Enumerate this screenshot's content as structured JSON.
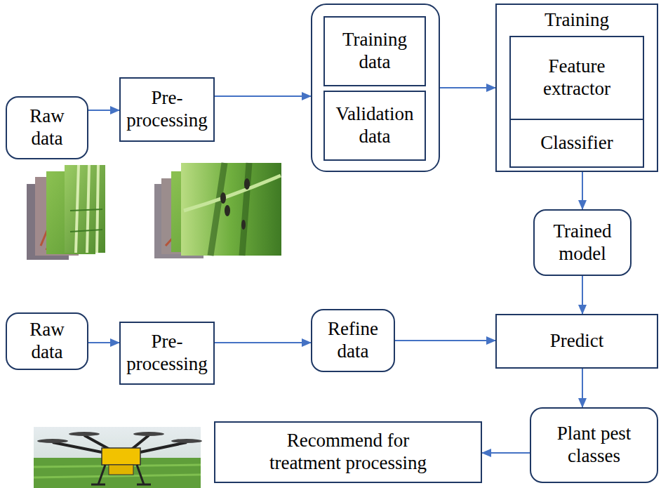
{
  "diagram": {
    "nodes": [
      {
        "text": [
          "Raw data"
        ]
      },
      {
        "text": [
          "Pre- processing"
        ]
      },
      {
        "text": []
      },
      {
        "text": [
          "Training data"
        ],
        "in": 2
      },
      {
        "text": [
          "Validation data"
        ],
        "in": 2
      },
      {
        "text": [
          "Training"
        ]
      },
      {
        "text": [
          "Feature extractor"
        ],
        "in": 5
      },
      {
        "text": [
          "Classifier"
        ],
        "in": 5
      },
      {
        "text": [
          "Trained model"
        ]
      },
      {
        "text": [
          "Raw data"
        ]
      },
      {
        "text": [
          "Pre- processing"
        ]
      },
      {
        "text": [
          "Refine data"
        ]
      },
      {
        "text": [
          "Predict"
        ]
      },
      {
        "text": [
          "Plant pest classes"
        ]
      },
      {
        "text": [
          "Recommend for treatment processing"
        ]
      }
    ],
    "edges": [
      {
        "from": 0,
        "to": 1,
        "arrow": "to"
      },
      {
        "from": 1,
        "to": 2,
        "arrow": "to"
      },
      {
        "from": 2,
        "to": 5,
        "arrow": "to"
      },
      {
        "from": 5,
        "to": 8,
        "arrow": "to"
      },
      {
        "from": 8,
        "to": 12,
        "arrow": "to"
      },
      {
        "from": 9,
        "to": 10,
        "arrow": "to"
      },
      {
        "from": 10,
        "to": 11,
        "arrow": "to"
      },
      {
        "from": 11,
        "to": 12,
        "arrow": "to"
      },
      {
        "from": 12,
        "to": 13,
        "arrow": "to"
      },
      {
        "from": 13,
        "to": 14,
        "arrow": "to"
      }
    ]
  }
}
